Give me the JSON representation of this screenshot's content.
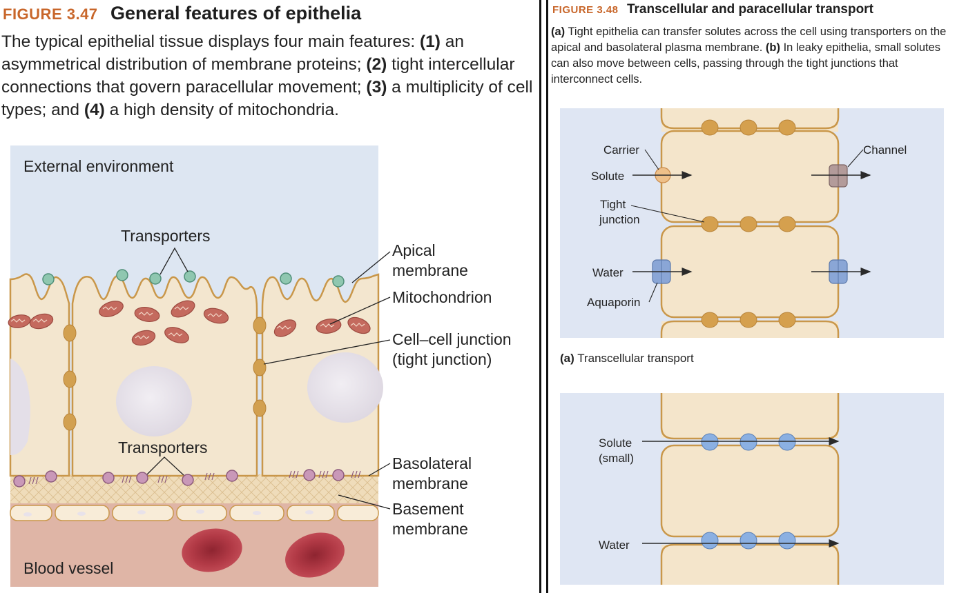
{
  "fig47": {
    "figure_number": "FIGURE 3.47",
    "title": "General features of epithelia",
    "caption": [
      {
        "text": "The typical epithelial tissue displays four main features: ",
        "bold": false
      },
      {
        "text": "(1)",
        "bold": true
      },
      {
        "text": " an asymmetrical distribution of membrane proteins; ",
        "bold": false
      },
      {
        "text": "(2)",
        "bold": true
      },
      {
        "text": " tight intercellular connections that govern paracellular movement; ",
        "bold": false
      },
      {
        "text": "(3)",
        "bold": true
      },
      {
        "text": " a multiplicity of cell types; and ",
        "bold": false
      },
      {
        "text": "(4)",
        "bold": true
      },
      {
        "text": " a high density of mitochondria.",
        "bold": false
      }
    ],
    "labels": {
      "external_environment": "External environment",
      "transporters_top": "Transporters",
      "transporters_bottom": "Transporters",
      "apical_1": "Apical",
      "apical_2": "membrane",
      "mitochondrion": "Mitochondrion",
      "junction_1": "Cell–cell junction",
      "junction_2": "(tight junction)",
      "basolateral_1": "Basolateral",
      "basolateral_2": "membrane",
      "basement_1": "Basement",
      "basement_2": "membrane",
      "blood_vessel": "Blood vessel"
    },
    "colors": {
      "environment": "#dde6f2",
      "cytoplasm": "#f3e6cf",
      "membrane": "#c9974a",
      "junction": "#d2a050",
      "transporter_apical": "#8fc7b0",
      "transporter_basal": "#c998b8",
      "mitochondrion": "#c46a5e",
      "nucleus": "#e6e2ea",
      "basement": "#eed9b8",
      "vessel": "#e1b7a8",
      "red_cell": "#b23a46"
    }
  },
  "fig48": {
    "figure_number": "FIGURE 3.48",
    "title": "Transcellular and paracellular transport",
    "caption": [
      {
        "text": "(a)",
        "bold": true
      },
      {
        "text": " Tight epithelia can transfer solutes across the cell using transporters on the apical and basolateral plasma membrane. ",
        "bold": false
      },
      {
        "text": "(b)",
        "bold": true
      },
      {
        "text": " In leaky epithelia, small solutes can also move between cells, passing through the tight junctions that interconnect cells.",
        "bold": false
      }
    ],
    "panel_a": {
      "labels": {
        "carrier": "Carrier",
        "solute": "Solute",
        "tight_1": "Tight",
        "tight_2": "junction",
        "water": "Water",
        "aquaporin": "Aquaporin",
        "channel": "Channel"
      },
      "caption_letter": "(a)",
      "caption_text": " Transcellular transport"
    },
    "panel_b": {
      "labels": {
        "solute_1": "Solute",
        "solute_2": "(small)",
        "water": "Water"
      }
    },
    "colors": {
      "background": "#dfe6f3",
      "cell": "#f4e5cb",
      "membrane": "#c9974a",
      "junction": "#d5a04e",
      "carrier": "#eec089",
      "channel": "#b39b9a",
      "aquaporin": "#8aa6d6",
      "leaky_junction": "#8bb0e2"
    }
  }
}
